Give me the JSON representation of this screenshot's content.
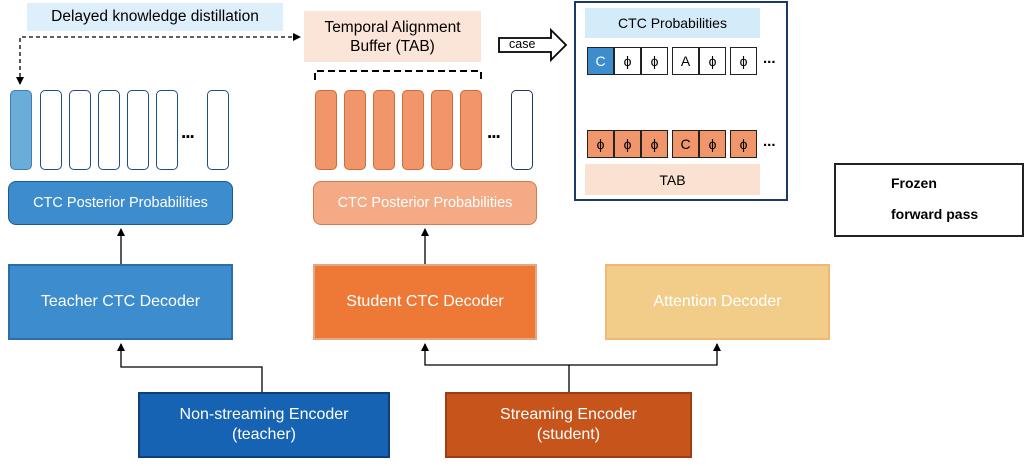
{
  "labels": {
    "delayed_kd": "Delayed knowledge distillation",
    "tab_title": "Temporal Alignment Buffer (TAB)",
    "case": "case"
  },
  "teacher": {
    "posterior": "CTC Posterior Probabilities",
    "decoder": "Teacher CTC Decoder",
    "encoder": "Non-streaming Encoder (teacher)"
  },
  "student": {
    "posterior": "CTC Posterior Probabilities",
    "decoder": "Student CTC Decoder",
    "encoder": "Streaming Encoder (student)",
    "attention_decoder": "Attention Decoder"
  },
  "ellipsis": "...",
  "inset": {
    "title": "CTC Probabilities",
    "top_row": [
      "C",
      "ϕ",
      "ϕ",
      "A",
      "ϕ",
      "ϕ"
    ],
    "bottom_row": [
      "ϕ",
      "ϕ",
      "ϕ",
      "C",
      "ϕ",
      "ϕ"
    ],
    "row_ellipsis": "...",
    "tab_label": "TAB"
  },
  "legend": {
    "frozen_label": "Frozen",
    "frozen_icon": "snowflake-icon",
    "forward_label": "forward pass",
    "forward_icon": "arrow-right-icon"
  },
  "colors": {
    "teacher_blue": "#3d8ccd",
    "encoder_blue": "#1662b3",
    "student_orange": "#ee7937",
    "encoder_orange": "#c6541b",
    "posterior_orange": "#f4aa84",
    "attention_tan": "#f1cd89",
    "snowflake": "#9fd1ef"
  }
}
